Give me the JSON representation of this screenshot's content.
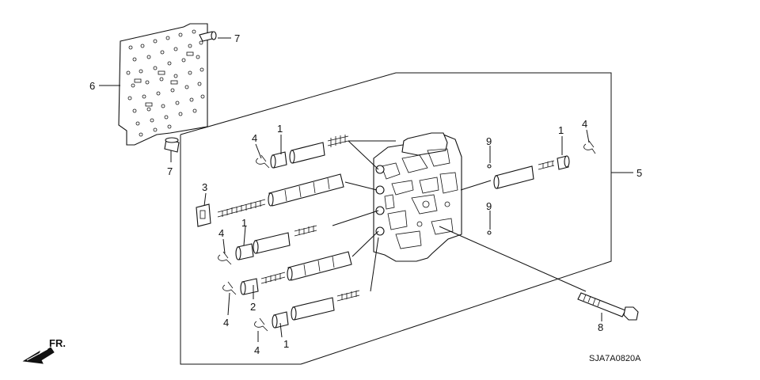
{
  "diagram": {
    "callouts": [
      {
        "id": "c1a",
        "text": "1"
      },
      {
        "id": "c1b",
        "text": "1"
      },
      {
        "id": "c1c",
        "text": "1"
      },
      {
        "id": "c1d",
        "text": "1"
      },
      {
        "id": "c2",
        "text": "2"
      },
      {
        "id": "c3",
        "text": "3"
      },
      {
        "id": "c4a",
        "text": "4"
      },
      {
        "id": "c4b",
        "text": "4"
      },
      {
        "id": "c4c",
        "text": "4"
      },
      {
        "id": "c4d",
        "text": "4"
      },
      {
        "id": "c4e",
        "text": "4"
      },
      {
        "id": "c5",
        "text": "5"
      },
      {
        "id": "c6",
        "text": "6"
      },
      {
        "id": "c7a",
        "text": "7"
      },
      {
        "id": "c7b",
        "text": "7"
      },
      {
        "id": "c8",
        "text": "8"
      },
      {
        "id": "c9a",
        "text": "9"
      },
      {
        "id": "c9b",
        "text": "9"
      }
    ],
    "direction_label": "FR.",
    "drawing_code": "SJA7A0820A"
  }
}
